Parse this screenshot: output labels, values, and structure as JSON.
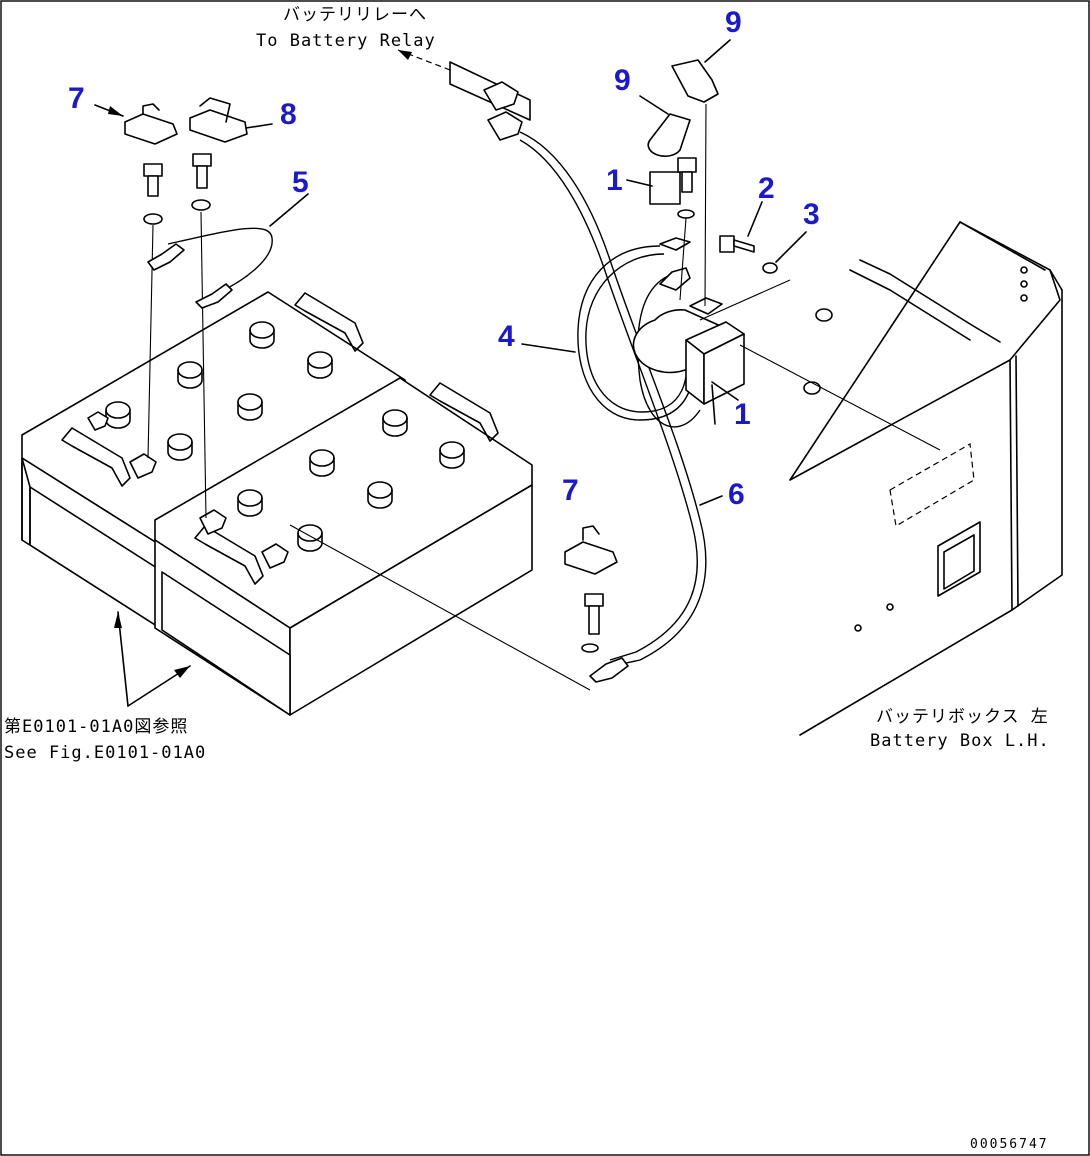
{
  "notes": {
    "battery_relay_jp": "バッテリリレーへ",
    "battery_relay_en": "To Battery Relay",
    "see_fig_jp": "第E0101-01A0図参照",
    "see_fig_en": "See Fig.E0101-01A0",
    "battery_box_jp": "バッテリボックス 左",
    "battery_box_en": "Battery Box L.H."
  },
  "callouts": [
    {
      "id": "c7a",
      "label": "7"
    },
    {
      "id": "c8",
      "label": "8"
    },
    {
      "id": "c5",
      "label": "5"
    },
    {
      "id": "c9a",
      "label": "9"
    },
    {
      "id": "c9b",
      "label": "9"
    },
    {
      "id": "c1a",
      "label": "1"
    },
    {
      "id": "c2",
      "label": "2"
    },
    {
      "id": "c3",
      "label": "3"
    },
    {
      "id": "c4",
      "label": "4"
    },
    {
      "id": "c1b",
      "label": "1"
    },
    {
      "id": "c6",
      "label": "6"
    },
    {
      "id": "c7b",
      "label": "7"
    }
  ],
  "drawing_code": "00056747"
}
